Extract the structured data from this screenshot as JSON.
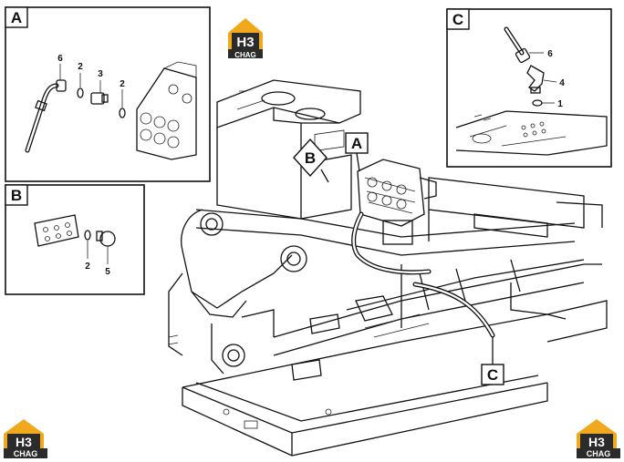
{
  "logo": {
    "line1": "H3",
    "line2": "CHAG",
    "color_gold": "#f0a81c",
    "color_dark": "#2b2b2b"
  },
  "detail_labels": {
    "a": "A",
    "b": "B",
    "c": "C"
  },
  "callouts": {
    "a": [
      "6",
      "2",
      "3",
      "2"
    ],
    "b": [
      "2",
      "5"
    ],
    "c": [
      "6",
      "4",
      "1"
    ]
  }
}
